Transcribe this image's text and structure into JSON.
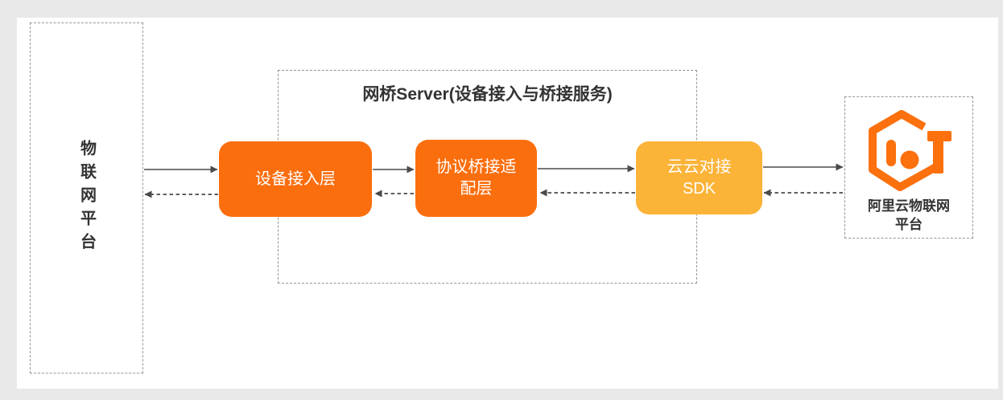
{
  "canvas": {
    "background": "#e9e9e9",
    "card_background": "#ffffff",
    "dashed_border_color": "#969696",
    "arrow_color": "#4a4a4a",
    "text_color": "#333333"
  },
  "left_panel": {
    "label": "物联网平台"
  },
  "bridge": {
    "title": "网桥Server(设备接入与桥接服务)",
    "nodes": [
      {
        "id": "device-access-layer",
        "lines": [
          "设备接入层"
        ],
        "color": "#fb6e0e",
        "text_color": "#ffffff"
      },
      {
        "id": "protocol-bridge-adapter-layer",
        "lines": [
          "协议桥接适",
          "配层"
        ],
        "color": "#fb6e0e",
        "text_color": "#ffffff"
      },
      {
        "id": "cloud-cloud-sdk",
        "lines": [
          "云云对接",
          "SDK"
        ],
        "color": "#fbb338",
        "text_color": "#ffffff"
      }
    ]
  },
  "right_panel": {
    "logo": "aliyun-iot-logo",
    "logo_color": "#fc700d",
    "lines": [
      "阿里云物联网",
      "平台"
    ]
  }
}
